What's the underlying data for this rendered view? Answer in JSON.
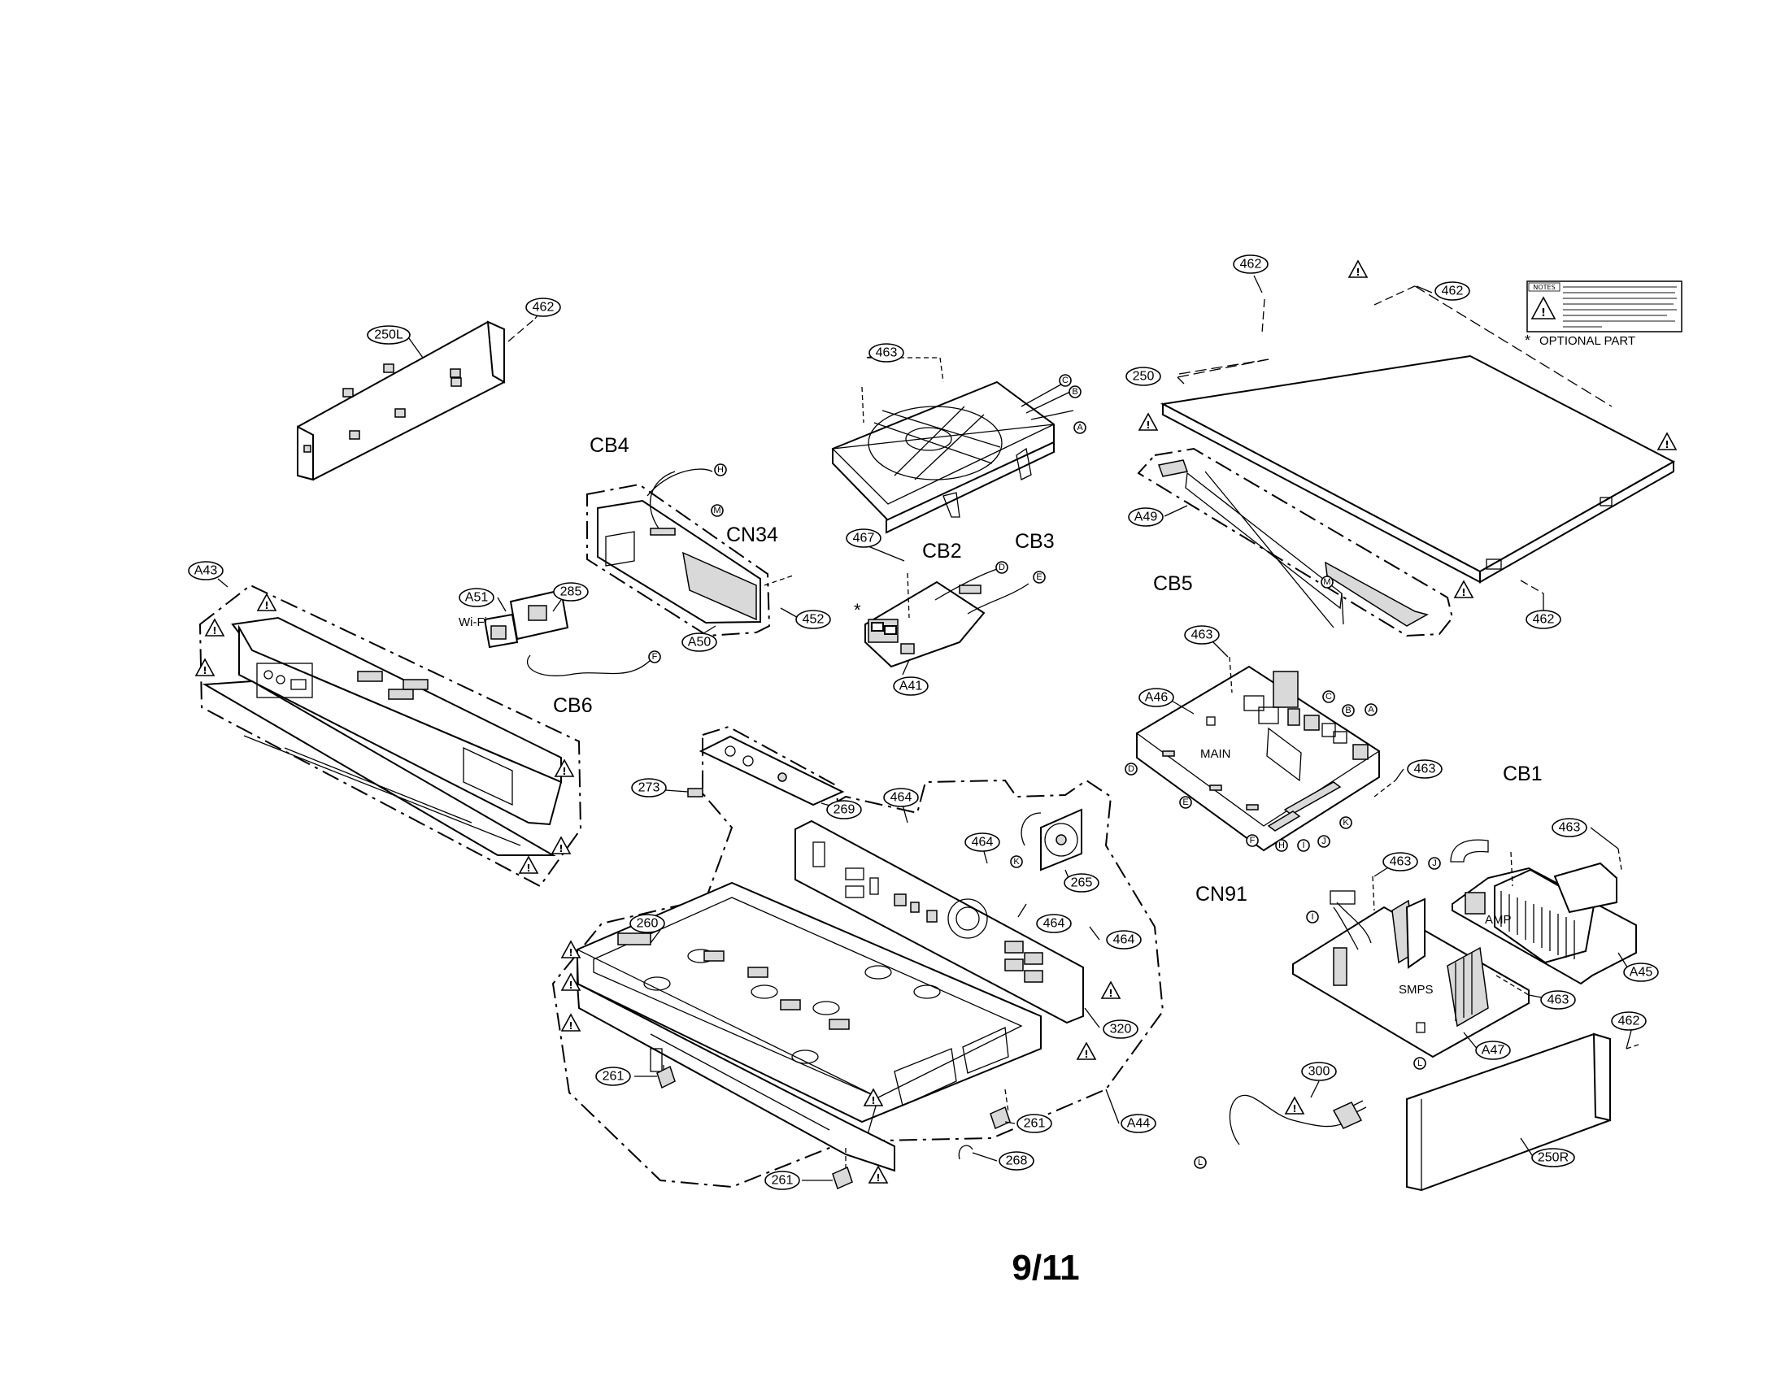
{
  "page_number": "9/11",
  "optional_part_label": "OPTIONAL PART",
  "notes_label": "NOTES",
  "ref_numbers": {
    "r462_a": "462",
    "r462_b": "462",
    "r462_c": "462",
    "r462_d": "462",
    "r462_e": "462",
    "r250L": "250L",
    "r250": "250",
    "r250R": "250R",
    "r463_a": "463",
    "r463_b": "463",
    "r463_c": "463",
    "r463_d": "463",
    "r463_e": "463",
    "r463_f": "463",
    "r467": "467",
    "r452": "452",
    "r285": "285",
    "rA51": "A51",
    "rA50": "A50",
    "rA43": "A43",
    "rA41": "A41",
    "rA49": "A49",
    "rA46": "A46",
    "rA45": "A45",
    "rA47": "A47",
    "rA44": "A44",
    "r273": "273",
    "r269": "269",
    "r464_a": "464",
    "r464_b": "464",
    "r464_c": "464",
    "r464_d": "464",
    "r265": "265",
    "r260": "260",
    "r320": "320",
    "r261_a": "261",
    "r261_b": "261",
    "r261_c": "261",
    "r268": "268",
    "r300": "300"
  },
  "labels": {
    "cb4": "CB4",
    "cn34": "CN34",
    "cb2": "CB2",
    "cb3": "CB3",
    "cb5": "CB5",
    "cb6": "CB6",
    "cb1": "CB1",
    "cn91": "CN91",
    "wifi": "Wi-Fi",
    "main": "MAIN",
    "amp": "AMP",
    "smps": "SMPS"
  },
  "connector_letters": {
    "a": "A",
    "b": "B",
    "c": "C",
    "d": "D",
    "e": "E",
    "f": "F",
    "h": "H",
    "i": "I",
    "j": "J",
    "k": "K",
    "l": "L",
    "m": "M"
  },
  "warning_symbol": "!",
  "optional_mark": "*"
}
